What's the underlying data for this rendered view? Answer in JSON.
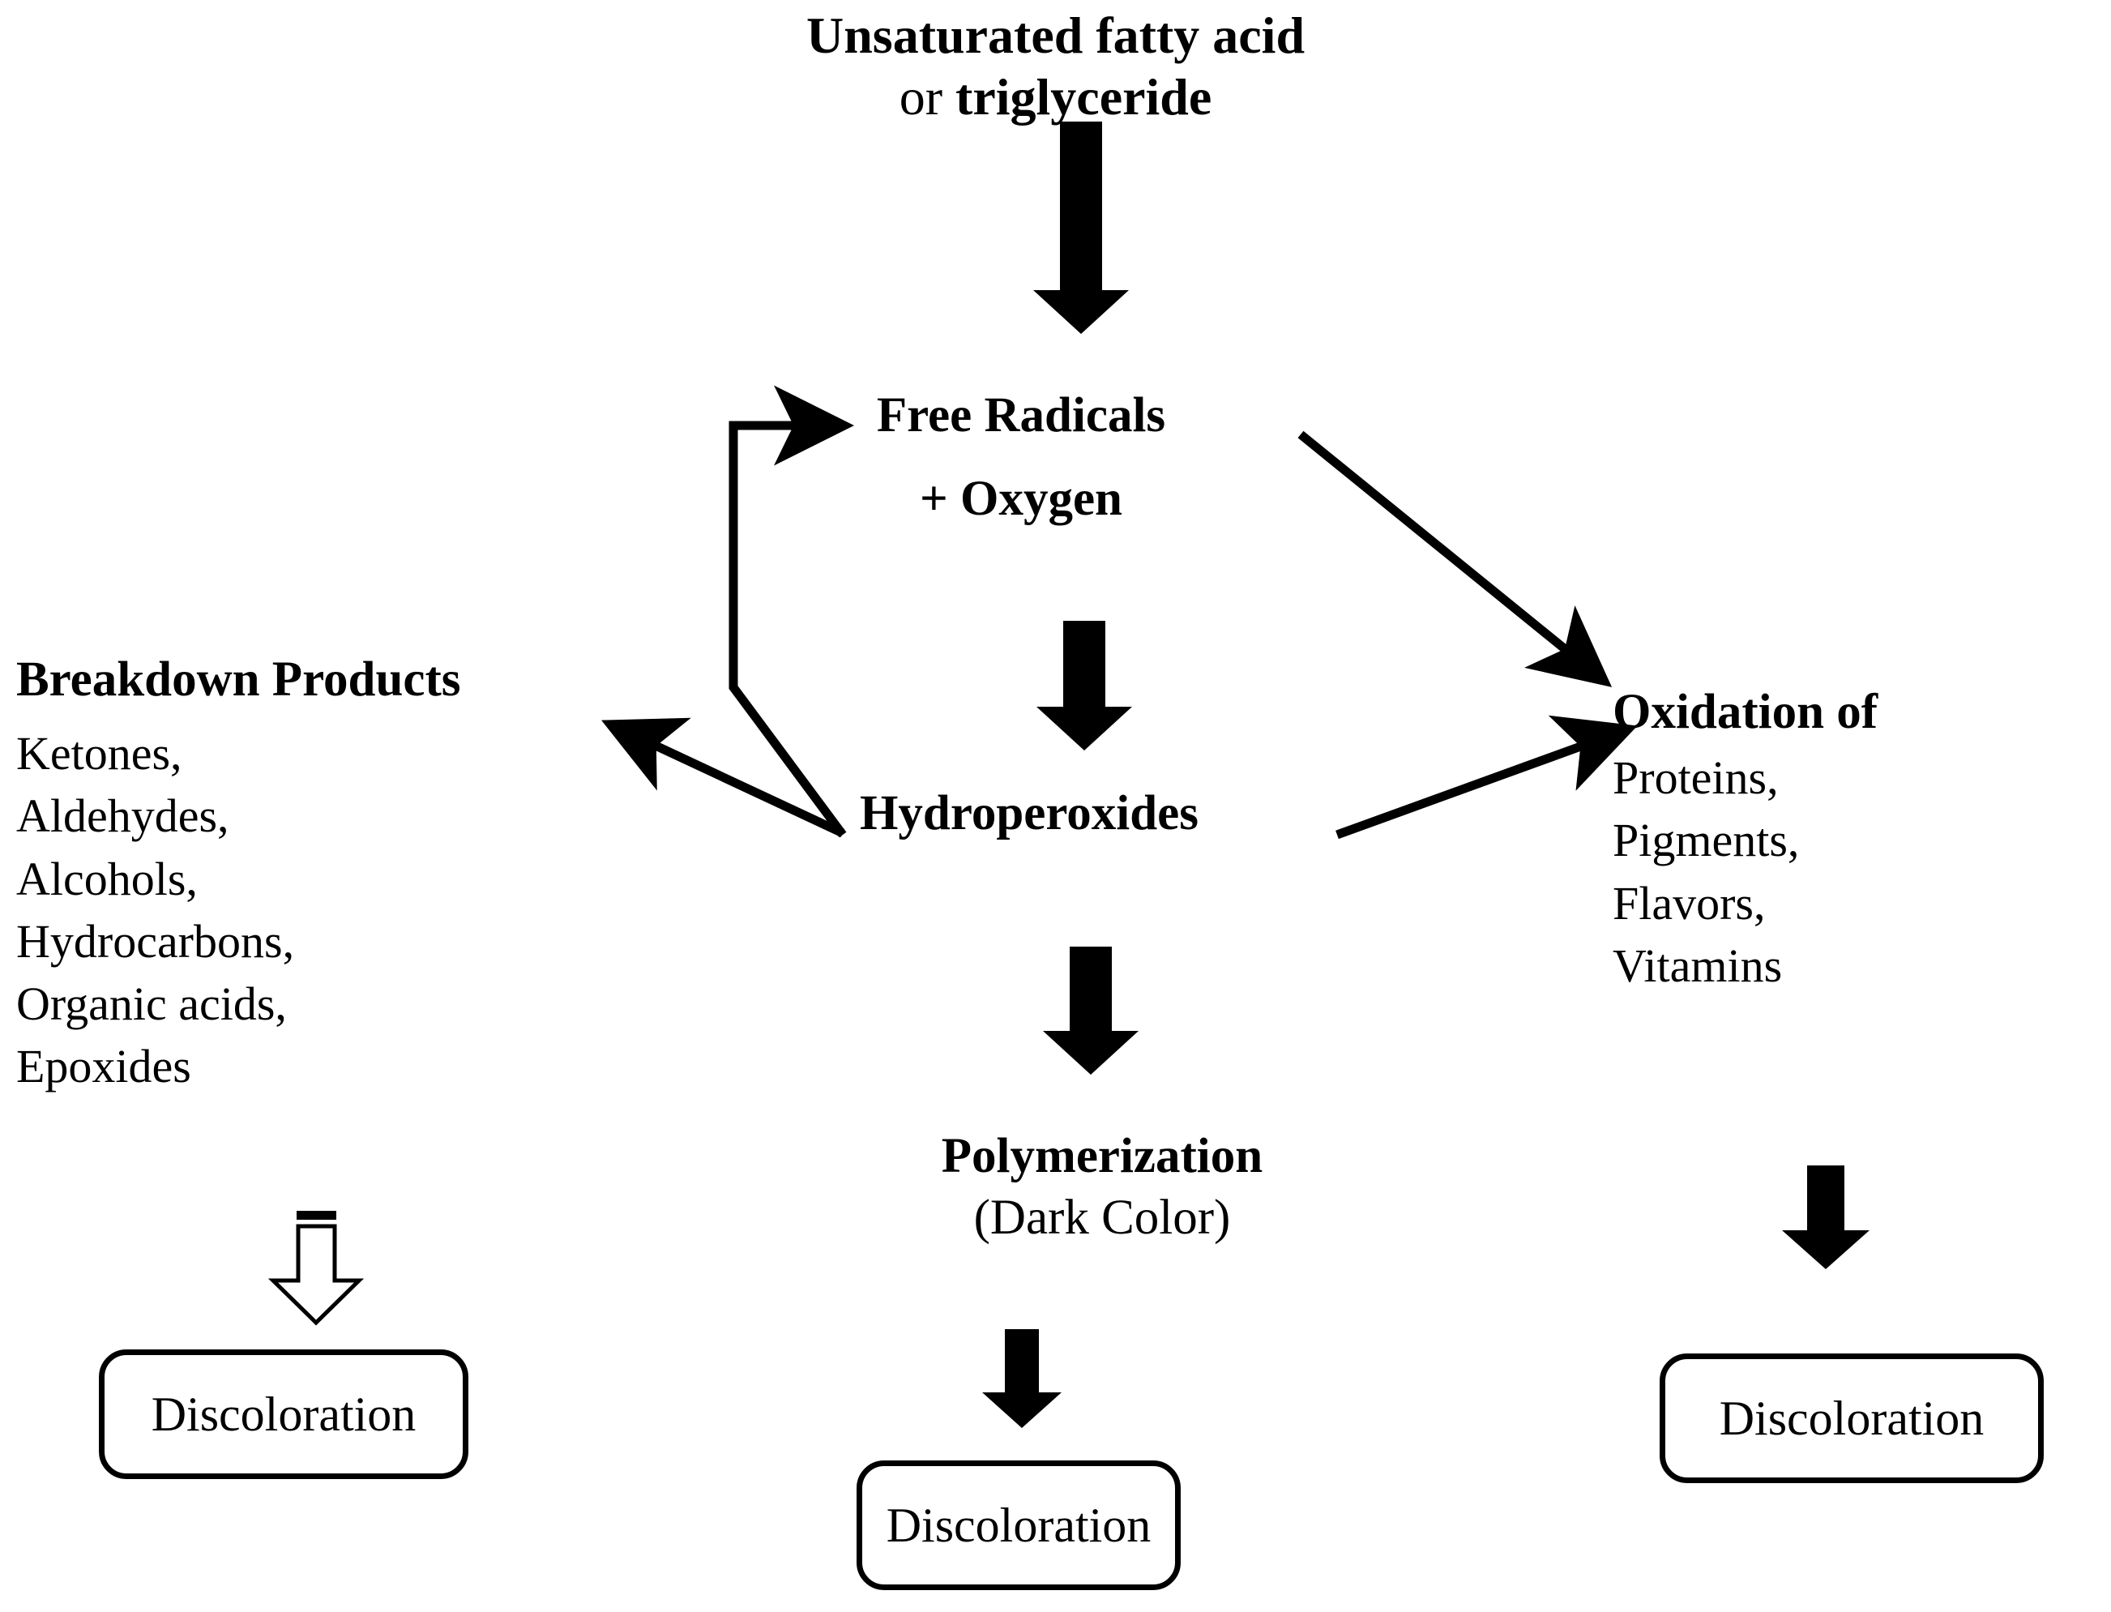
{
  "diagram": {
    "title_line1": "Unsaturated fatty acid",
    "title_line2_prefix": "or ",
    "title_line2_emphasis": "triglyceride",
    "free_radicals": "Free Radicals",
    "free_radicals_oxygen": "+ Oxygen",
    "hydroperoxides": "Hydroperoxides",
    "polymerization_title": "Polymerization",
    "polymerization_subtitle": "(Dark Color)",
    "breakdown": {
      "heading": "Breakdown Products",
      "items": [
        "Ketones,",
        "Aldehydes,",
        "Alcohols,",
        "Hydrocarbons,",
        "Organic acids,",
        "Epoxides"
      ]
    },
    "oxidation": {
      "heading": "Oxidation of",
      "items": [
        "Proteins,",
        "Pigments,",
        "Flavors,",
        "Vitamins"
      ]
    },
    "outcomes": {
      "left": "Discoloration",
      "center": "Discoloration",
      "right": "Discoloration"
    },
    "colors": {
      "stroke": "#000000",
      "background": "#ffffff",
      "text": "#000000"
    }
  }
}
